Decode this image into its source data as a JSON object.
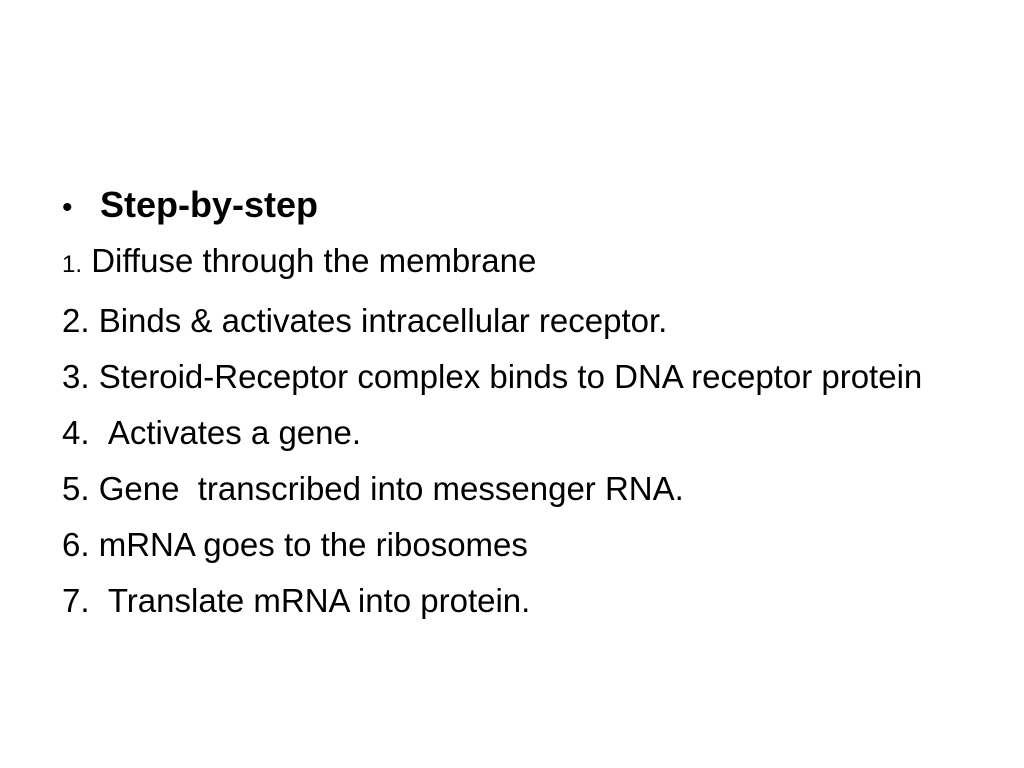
{
  "slide": {
    "bullet": {
      "symbol": "•",
      "text": "Step-by-step"
    },
    "steps": [
      {
        "num": "1.",
        "text": " Diffuse through the membrane"
      },
      {
        "num": "2.",
        "text": " Binds & activates intracellular receptor."
      },
      {
        "num": "3.",
        "text": " Steroid-Receptor complex binds to DNA receptor protein"
      },
      {
        "num": "4.",
        "text": "  Activates a gene."
      },
      {
        "num": "5.",
        "text": " Gene  transcribed into messenger RNA."
      },
      {
        "num": "6.",
        "text": " mRNA goes to the ribosomes"
      },
      {
        "num": "7.",
        "text": "  Translate mRNA into protein."
      }
    ]
  }
}
